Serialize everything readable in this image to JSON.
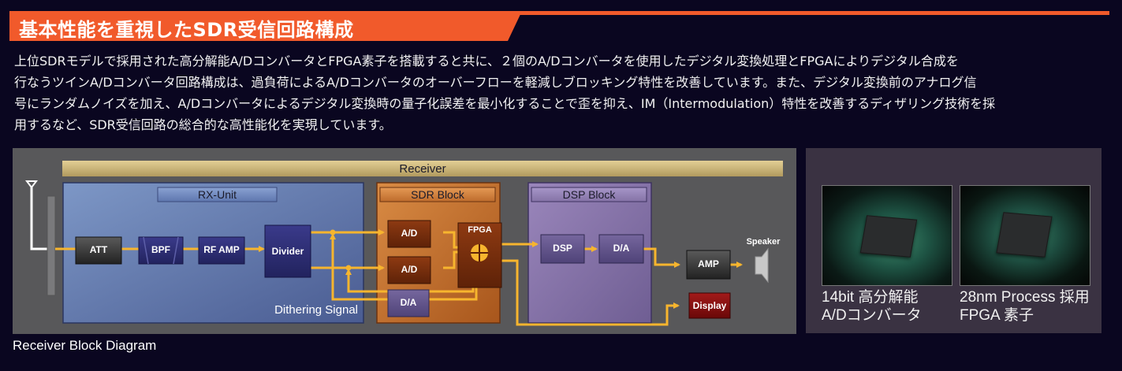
{
  "header": {
    "title": "基本性能を重視したSDR受信回路構成",
    "accent_color": "#f15a2b"
  },
  "description": {
    "lines": [
      "上位SDRモデルで採用された高分解能A/DコンバータとFPGA素子を搭載すると共に、２個のA/Dコンバータを使用したデジタル変換処理とFPGAによりデジタル合成を",
      "行なうツインA/Dコンバータ回路構成は、過負荷によるA/Dコンバータのオーバーフローを軽減しブロッキング特性を改善しています。また、デジタル変換前のアナログ信",
      "号にランダムノイズを加え、A/Dコンバータによるデジタル変換時の量子化誤差を最小化することで歪を抑え、IM（Intermodulation）特性を改善するディザリング技術を採",
      "用するなど、SDR受信回路の総合的な高性能化を実現しています。"
    ]
  },
  "diagram": {
    "receiver_label": "Receiver",
    "rx_unit": {
      "title": "RX-Unit",
      "att": "ATT",
      "bpf": "BPF",
      "rf_amp": "RF AMP",
      "divider": "Divider",
      "dithering": "Dithering Signal"
    },
    "sdr_block": {
      "title": "SDR Block",
      "ad1": "A/D",
      "ad2": "A/D",
      "fpga": "FPGA",
      "da": "D/A"
    },
    "dsp_block": {
      "title": "DSP Block",
      "dsp": "DSP",
      "da": "D/A"
    },
    "amp": "AMP",
    "speaker": "Speaker",
    "display": "Display",
    "caption": "Receiver Block Diagram",
    "colors": {
      "signal": "#f7b52e",
      "receiver_bar": "#c9b27a",
      "rx_unit": "#5a73a8",
      "sdr_block": "#b86a2d",
      "dsp_block": "#7c6a9c",
      "display": "#8a1010"
    }
  },
  "photos": [
    {
      "caption_line1": "14bit 高分解能",
      "caption_line2": "A/Dコンバータ"
    },
    {
      "caption_line1": "28nm Process 採用",
      "caption_line2": "FPGA 素子"
    }
  ]
}
